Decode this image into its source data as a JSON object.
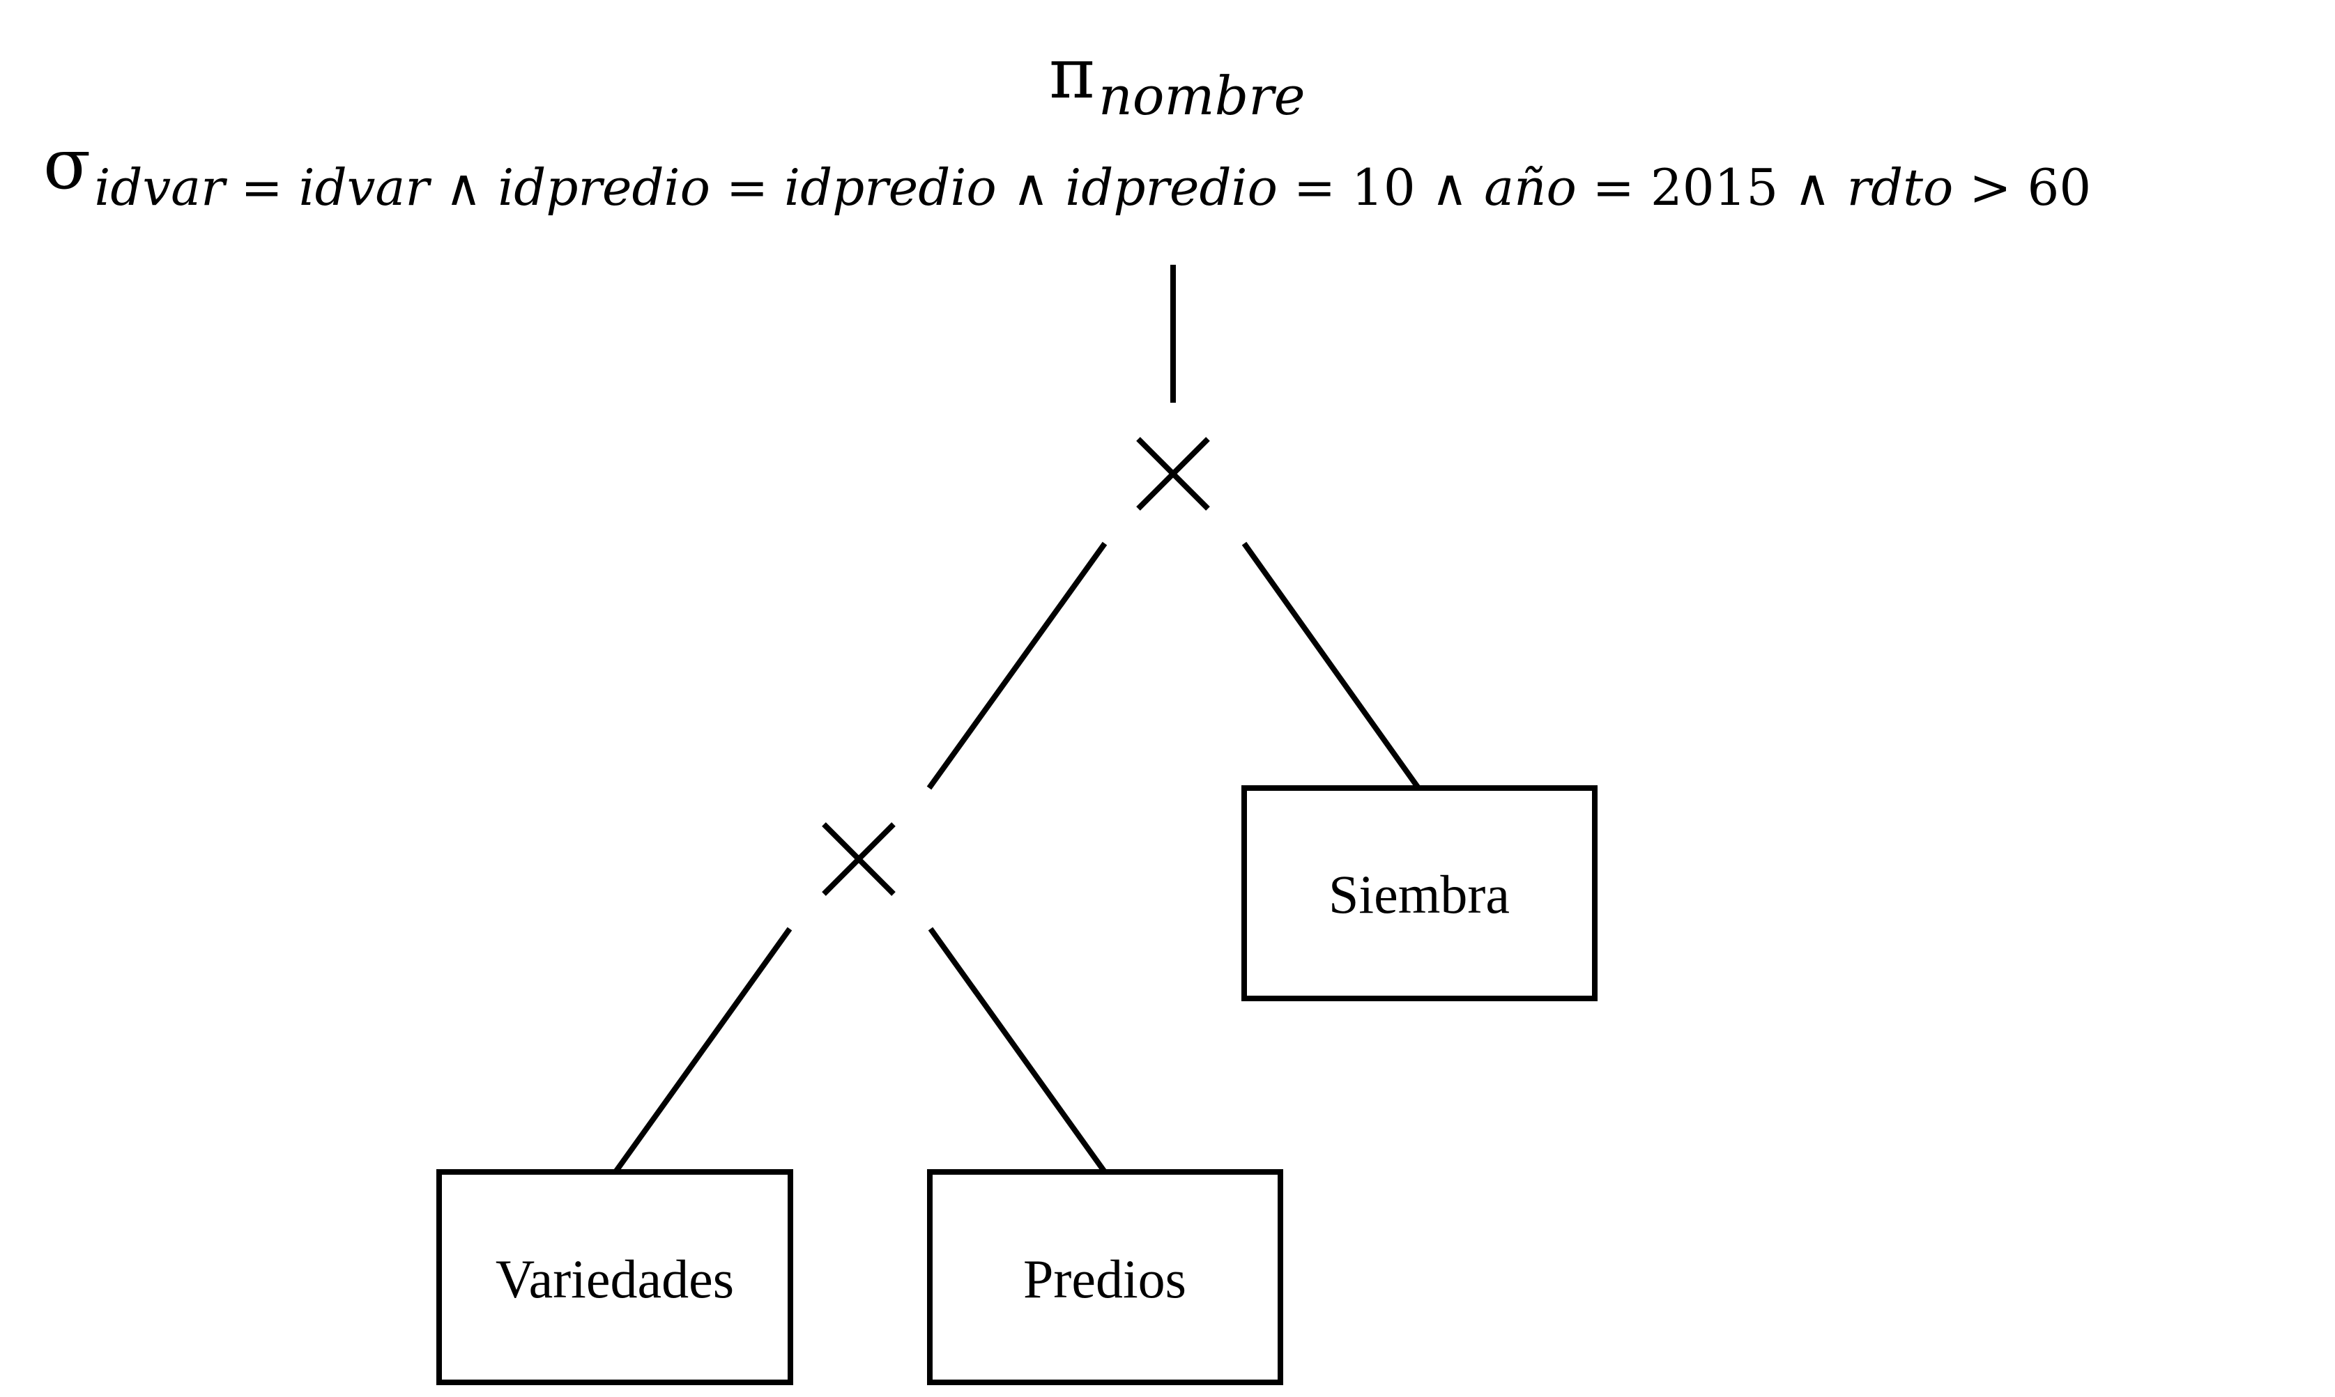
{
  "projection": {
    "symbol": "π",
    "subscript": "nombre"
  },
  "selection": {
    "symbol": "σ",
    "condition": [
      {
        "t": "idvar",
        "k": "it"
      },
      {
        "t": " = ",
        "k": "op"
      },
      {
        "t": "idvar",
        "k": "it"
      },
      {
        "t": " ∧ ",
        "k": "op"
      },
      {
        "t": "idpredio",
        "k": "it"
      },
      {
        "t": " = ",
        "k": "op"
      },
      {
        "t": "idpredio",
        "k": "it"
      },
      {
        "t": " ∧ ",
        "k": "op"
      },
      {
        "t": "idpredio",
        "k": "it"
      },
      {
        "t": " = 10 ∧ ",
        "k": "op"
      },
      {
        "t": "año",
        "k": "it"
      },
      {
        "t": " = 2015 ∧ ",
        "k": "op"
      },
      {
        "t": "rdto",
        "k": "it"
      },
      {
        "t": " > 60",
        "k": "op"
      }
    ]
  },
  "operators": {
    "top_join": "×",
    "lower_join": "×"
  },
  "relations": {
    "variedades": "Variedades",
    "predios": "Predios",
    "siembra": "Siembra"
  }
}
